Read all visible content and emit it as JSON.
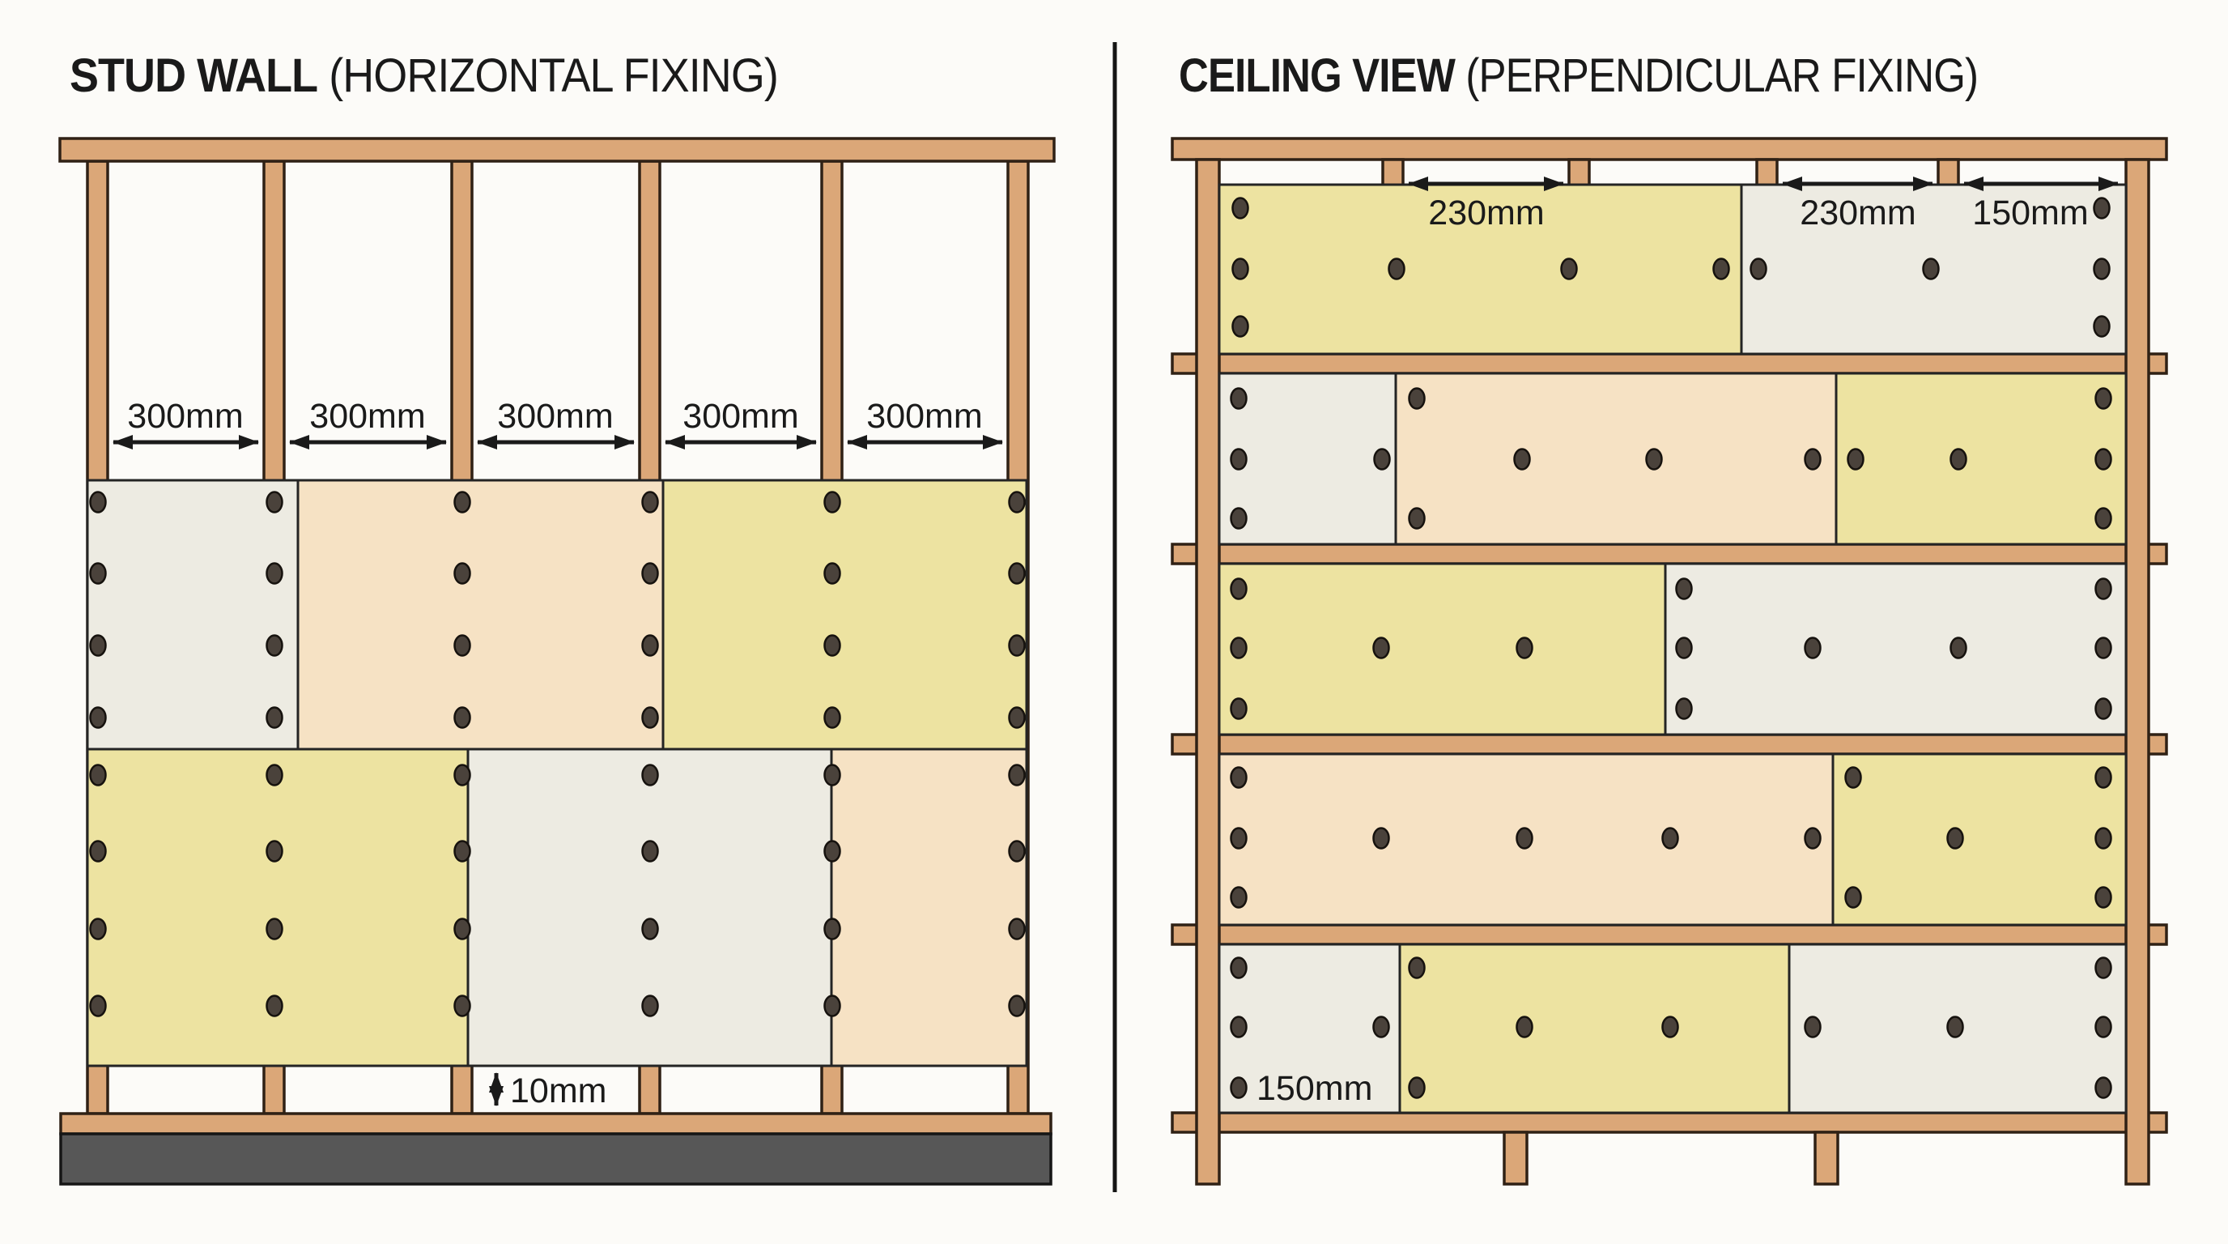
{
  "titles": {
    "left_bold": "STUD WALL",
    "left_rest": " (HORIZONTAL FIXING)",
    "right_bold": "CEILING VIEW",
    "right_rest": " (PERPENDICULAR FIXING)"
  },
  "labels": {
    "stud_spacing": "300mm",
    "floor_gap": "10mm",
    "screw_spacing_a": "230mm",
    "screw_spacing_b": "230mm",
    "edge_distance": "150mm",
    "edge_distance_bottom": "150mm"
  },
  "colors": {
    "bg": "#fcfbf8",
    "ink": "#1a1a1a",
    "wood": "#dba778",
    "wood_stroke": "#2f2115",
    "board_yellow": "#ede3a1",
    "board_peach": "#f6e2c4",
    "board_gray": "#edebe2",
    "board_stroke": "#242424",
    "screw": "#4a423b",
    "screw_stroke": "#16120e",
    "floor": "#575757",
    "floor_stroke": "#161616",
    "divider": "#151515"
  },
  "screws": {
    "left_groups": [
      {
        "cols": [
          121,
          339,
          571,
          803,
          1028,
          1256
        ],
        "rows": [
          620,
          708,
          797,
          886
        ]
      },
      {
        "cols": [
          121,
          339,
          571,
          803,
          1028,
          1256
        ],
        "rows": [
          957,
          1051,
          1147,
          1242
        ]
      }
    ],
    "right_groups": [
      {
        "cols": [
          1532,
          2596
        ],
        "rows": [
          257,
          332,
          403
        ]
      },
      {
        "cols": [
          1725,
          1938,
          2126,
          2172,
          2385
        ],
        "rows": [
          332
        ]
      },
      {
        "cols": [
          1530,
          2598
        ],
        "rows": [
          492,
          567,
          640
        ]
      },
      {
        "cols": [
          1750
        ],
        "rows": [
          492,
          640
        ]
      },
      {
        "cols": [
          1707,
          1880,
          2043,
          2239,
          2292,
          2419
        ],
        "rows": [
          567
        ]
      },
      {
        "cols": [
          1530,
          2080,
          2598
        ],
        "rows": [
          727,
          800,
          875
        ]
      },
      {
        "cols": [
          1706,
          1883,
          2239,
          2419
        ],
        "rows": [
          800
        ]
      },
      {
        "cols": [
          1530,
          2598
        ],
        "rows": [
          960,
          1035,
          1108
        ]
      },
      {
        "cols": [
          2289
        ],
        "rows": [
          960,
          1108
        ]
      },
      {
        "cols": [
          1706,
          1883,
          2063,
          2239,
          2415
        ],
        "rows": [
          1035
        ]
      },
      {
        "cols": [
          1530,
          2598
        ],
        "rows": [
          1195,
          1268,
          1343
        ]
      },
      {
        "cols": [
          1750
        ],
        "rows": [
          1195,
          1343
        ]
      },
      {
        "cols": [
          1706,
          1883,
          2063,
          2239,
          2415
        ],
        "rows": [
          1268
        ]
      }
    ]
  }
}
